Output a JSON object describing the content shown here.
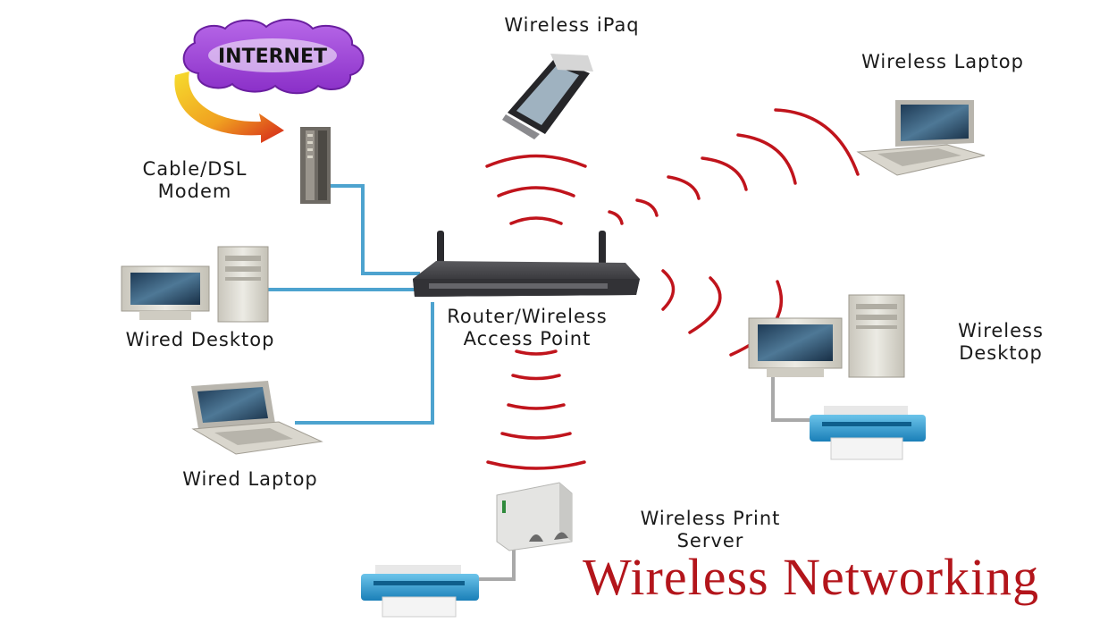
{
  "diagram": {
    "title": "Wireless Networking",
    "internet_label": "INTERNET",
    "nodes": {
      "modem": [
        "Cable/DSL",
        "Modem"
      ],
      "wired_desktop": "Wired Desktop",
      "wired_laptop": "Wired Laptop",
      "router": [
        "Router/Wireless",
        "Access Point"
      ],
      "ipaq": "Wireless iPaq",
      "wireless_laptop": "Wireless Laptop",
      "wireless_desktop": [
        "Wireless",
        "Desktop"
      ],
      "print_server": [
        "Wireless Print",
        "Server"
      ]
    },
    "colors": {
      "cable": "#4da3cf",
      "signal": "#c0141c",
      "cloud": "#9b3fd4",
      "arrow_start": "#f5d12b",
      "arrow_end": "#d4221a",
      "title": "#b3151b",
      "printer": "#1f8fc9"
    },
    "icons": [
      "cloud-icon",
      "arrow-icon",
      "modem-icon",
      "router-icon",
      "desktop-icon",
      "laptop-icon",
      "pda-icon",
      "printer-icon",
      "print-server-icon",
      "signal-wave-icon"
    ]
  }
}
